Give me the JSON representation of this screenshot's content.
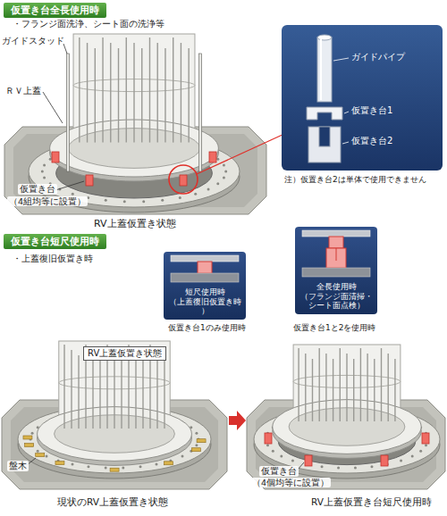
{
  "diagram": {
    "nodes": [
      {
        "text": [
          "仮置き台全長使用時"
        ]
      },
      {
        "text": [
          "ガイドパイプ",
          "仮置き台1",
          "仮置き台2"
        ]
      },
      {
        "text": [
          "仮置き台短尺使用時"
        ]
      },
      {
        "text": [
          "短尺使用時 （上蓋復旧仮置き時）"
        ]
      },
      {
        "text": [
          "全長使用時 （フランジ面清掃・シート面点検）"
        ]
      },
      {
        "text": [
          "RV上蓋仮置き状態"
        ]
      }
    ],
    "labels": [
      "・フランジ面洗浄、シート面の洗浄等",
      "ガイドスタッド",
      "ＲＶ上蓋",
      "仮置き台",
      "（4組均等に設置）",
      "RV上蓋仮置き状態",
      "注）仮置き台2は単体で使用できません",
      "・上蓋復旧仮置き時",
      "仮置き台1のみ使用時",
      "仮置き台1と2を使用時",
      "盤木",
      "現状のRV上蓋仮置き状態",
      "仮置き台",
      "（4個均等に設置）",
      "RV上蓋仮置き台短尺使用時"
    ]
  }
}
